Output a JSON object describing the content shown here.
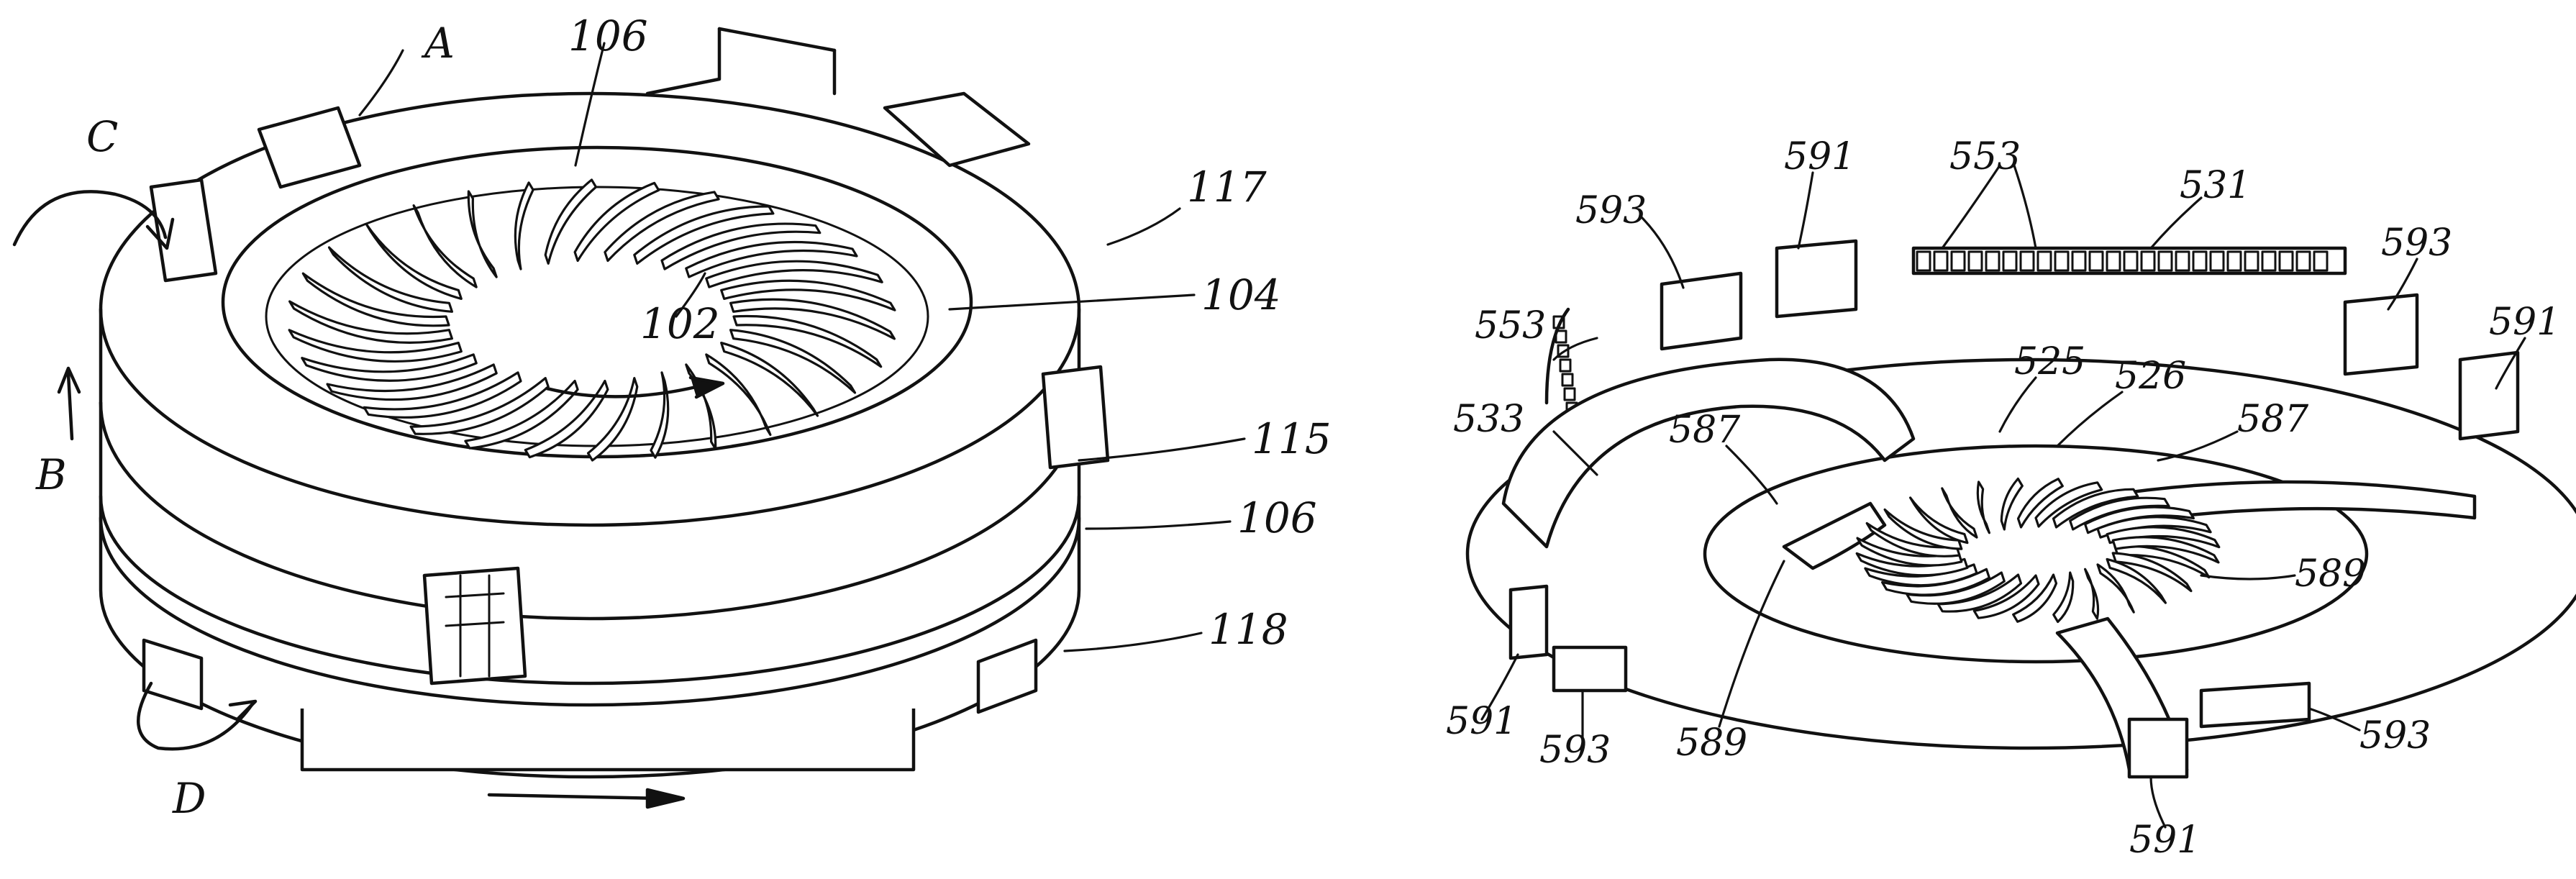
{
  "figure_left": {
    "labels": {
      "A": "A",
      "106_top": "106",
      "117": "117",
      "104": "104",
      "102": "102",
      "C": "C",
      "B": "B",
      "115": "115",
      "106_right": "106",
      "118": "118",
      "D": "D"
    }
  },
  "figure_right": {
    "labels": {
      "593_tl": "593",
      "591_top": "591",
      "553_top": "553",
      "531": "531",
      "593_tr": "593",
      "553_left": "553",
      "591_right": "591",
      "525": "525",
      "526": "526",
      "533": "533",
      "587_left": "587",
      "587_right": "587",
      "589_right": "589",
      "591_bl": "591",
      "593_bl": "593",
      "589_bottom": "589",
      "593_br": "593",
      "591_bottom": "591"
    }
  }
}
